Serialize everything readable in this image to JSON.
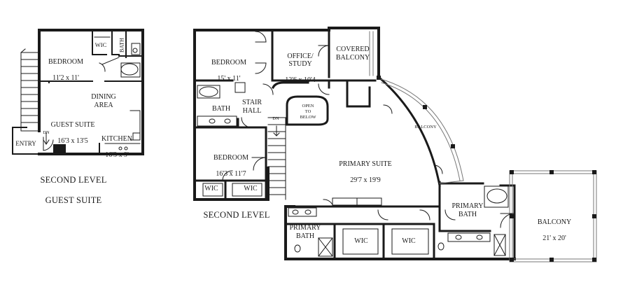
{
  "guest_suite": {
    "caption_line1": "SECOND LEVEL",
    "caption_line2": "GUEST SUITE",
    "rooms": {
      "bedroom": "BEDROOM",
      "bedroom_dim": "11'2 x 11'",
      "wic": "WIC",
      "bath": "BATH",
      "dining": "DINING\nAREA",
      "guest_suite": "GUEST SUITE",
      "guest_suite_dim": "16'3 x 13'5",
      "kitchen": "KITCHEN",
      "kitchen_dim": "16'3 x 9'",
      "entry": "ENTRY",
      "dn": "DN"
    }
  },
  "second_level": {
    "caption": "SECOND LEVEL",
    "rooms": {
      "bedroom1": "BEDROOM",
      "bedroom1_dim": "15' x 11'",
      "office": "OFFICE/\nSTUDY",
      "office_dim": "12'6 x 10'4",
      "covered_balcony": "COVERED\nBALCONY",
      "bath": "BATH",
      "stair_hall": "STAIR\nHALL",
      "dn": "DN",
      "open_to_below": "OPEN\nTO\nBELOW",
      "bedroom2": "BEDROOM",
      "bedroom2_dim": "16'3 x 11'7",
      "wic_left": "WIC",
      "wic_right": "WIC",
      "primary_suite": "PRIMARY SUITE",
      "primary_suite_dim": "29'7 x 19'9",
      "balcony_curved": "BALCONY",
      "primary_bath_left": "PRIMARY\nBATH",
      "wic_center1": "WIC",
      "wic_center2": "WIC",
      "primary_bath_right": "PRIMARY\nBATH",
      "balcony": "BALCONY",
      "balcony_dim": "21' x 20'"
    }
  }
}
